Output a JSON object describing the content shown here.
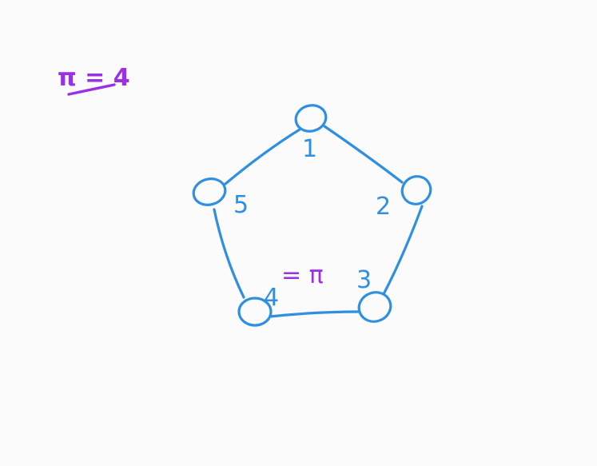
{
  "colors": {
    "background": "#fbfbfb",
    "graph_ink": "#2f8fe0",
    "note_ink": "#9a2fe6"
  },
  "note": {
    "text": "π = 4"
  },
  "graph": {
    "nodes": [
      {
        "id": "1",
        "label": "1"
      },
      {
        "id": "2",
        "label": "2"
      },
      {
        "id": "3",
        "label": "3"
      },
      {
        "id": "4",
        "label": "4",
        "annotation": "= π"
      },
      {
        "id": "5",
        "label": "5"
      }
    ],
    "edges": [
      {
        "from": "1",
        "to": "2"
      },
      {
        "from": "2",
        "to": "3"
      },
      {
        "from": "3",
        "to": "4"
      },
      {
        "from": "4",
        "to": "5"
      },
      {
        "from": "5",
        "to": "1"
      }
    ]
  }
}
